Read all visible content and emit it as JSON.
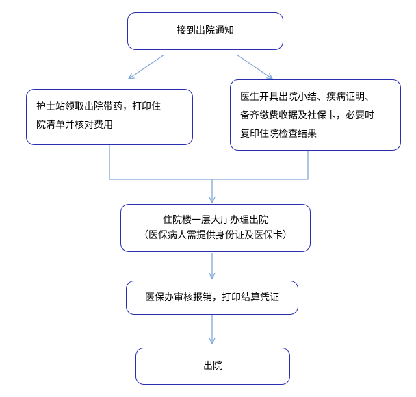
{
  "flowchart": {
    "start": "接到出院通知",
    "branch_left": [
      "护士站领取出院带药，打印住",
      "院清单并核对费用"
    ],
    "branch_right": [
      "医生开具出院小结、疾病证明、",
      "备齐缴费收据及社保卡，必要时",
      "复印住院检查结果"
    ],
    "discharge_office": [
      "住院楼一层大厅办理出院",
      "（医保病人需提供身份证及医保卡）"
    ],
    "insurance_office": "医保办审核报销，打印结算凭证",
    "end": "出院"
  },
  "colors": {
    "box_border": "#2a2fb0",
    "connector": "#7fa8d8"
  }
}
